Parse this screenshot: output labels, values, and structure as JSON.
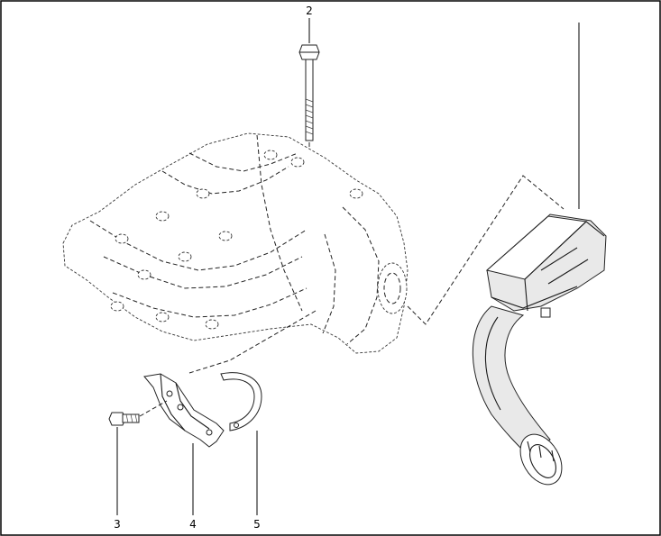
{
  "callouts": {
    "bolt_long": "2",
    "bolt_short": "3",
    "bracket": "4",
    "clip": "5"
  }
}
